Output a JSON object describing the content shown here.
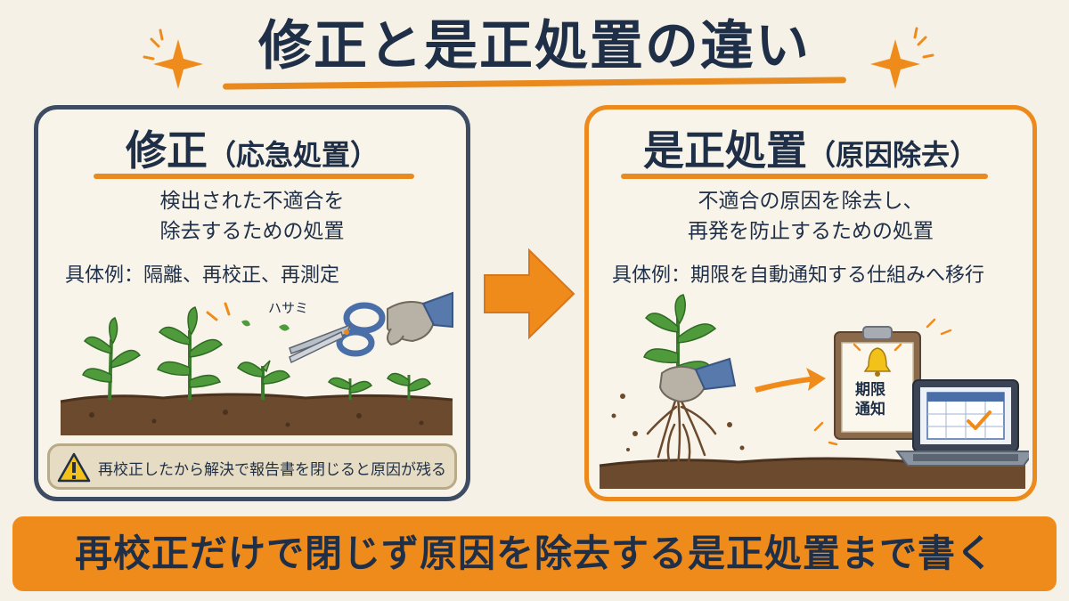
{
  "title": "修正と是正処置の違い",
  "left": {
    "heading_main": "修正",
    "heading_sub": "（応急処置）",
    "desc_line1": "検出された不適合を",
    "desc_line2": "除去するための処置",
    "example": "具体例：隔離、再校正、再測定",
    "scissors_label": "ハサミ",
    "warning": "再校正したから解決で報告書を閉じると原因が残る",
    "warning_icon": "warning-triangle-icon"
  },
  "right": {
    "heading_main": "是正処置",
    "heading_sub": "（原因除去）",
    "desc_line1": "不適合の原因を除去し、",
    "desc_line2": "再発を防止するための処置",
    "example": "具体例：期限を自動通知する仕組みへ移行",
    "clipboard_line1": "期限",
    "clipboard_line2": "通知"
  },
  "banner": "再校正だけで閉じず原因を除去する是正処置まで書く",
  "colors": {
    "navy": "#1f2f47",
    "orange": "#ec8a1c",
    "background": "#f6f1e6",
    "soil": "#6b4a2e",
    "leaf": "#4f9a3a"
  },
  "icons": [
    "sparkle-icon",
    "warning-triangle-icon",
    "scissors-icon",
    "glove-hand-icon",
    "bell-icon",
    "calendar-icon",
    "check-icon",
    "laptop-icon",
    "clipboard-icon",
    "arrow-right-icon"
  ]
}
